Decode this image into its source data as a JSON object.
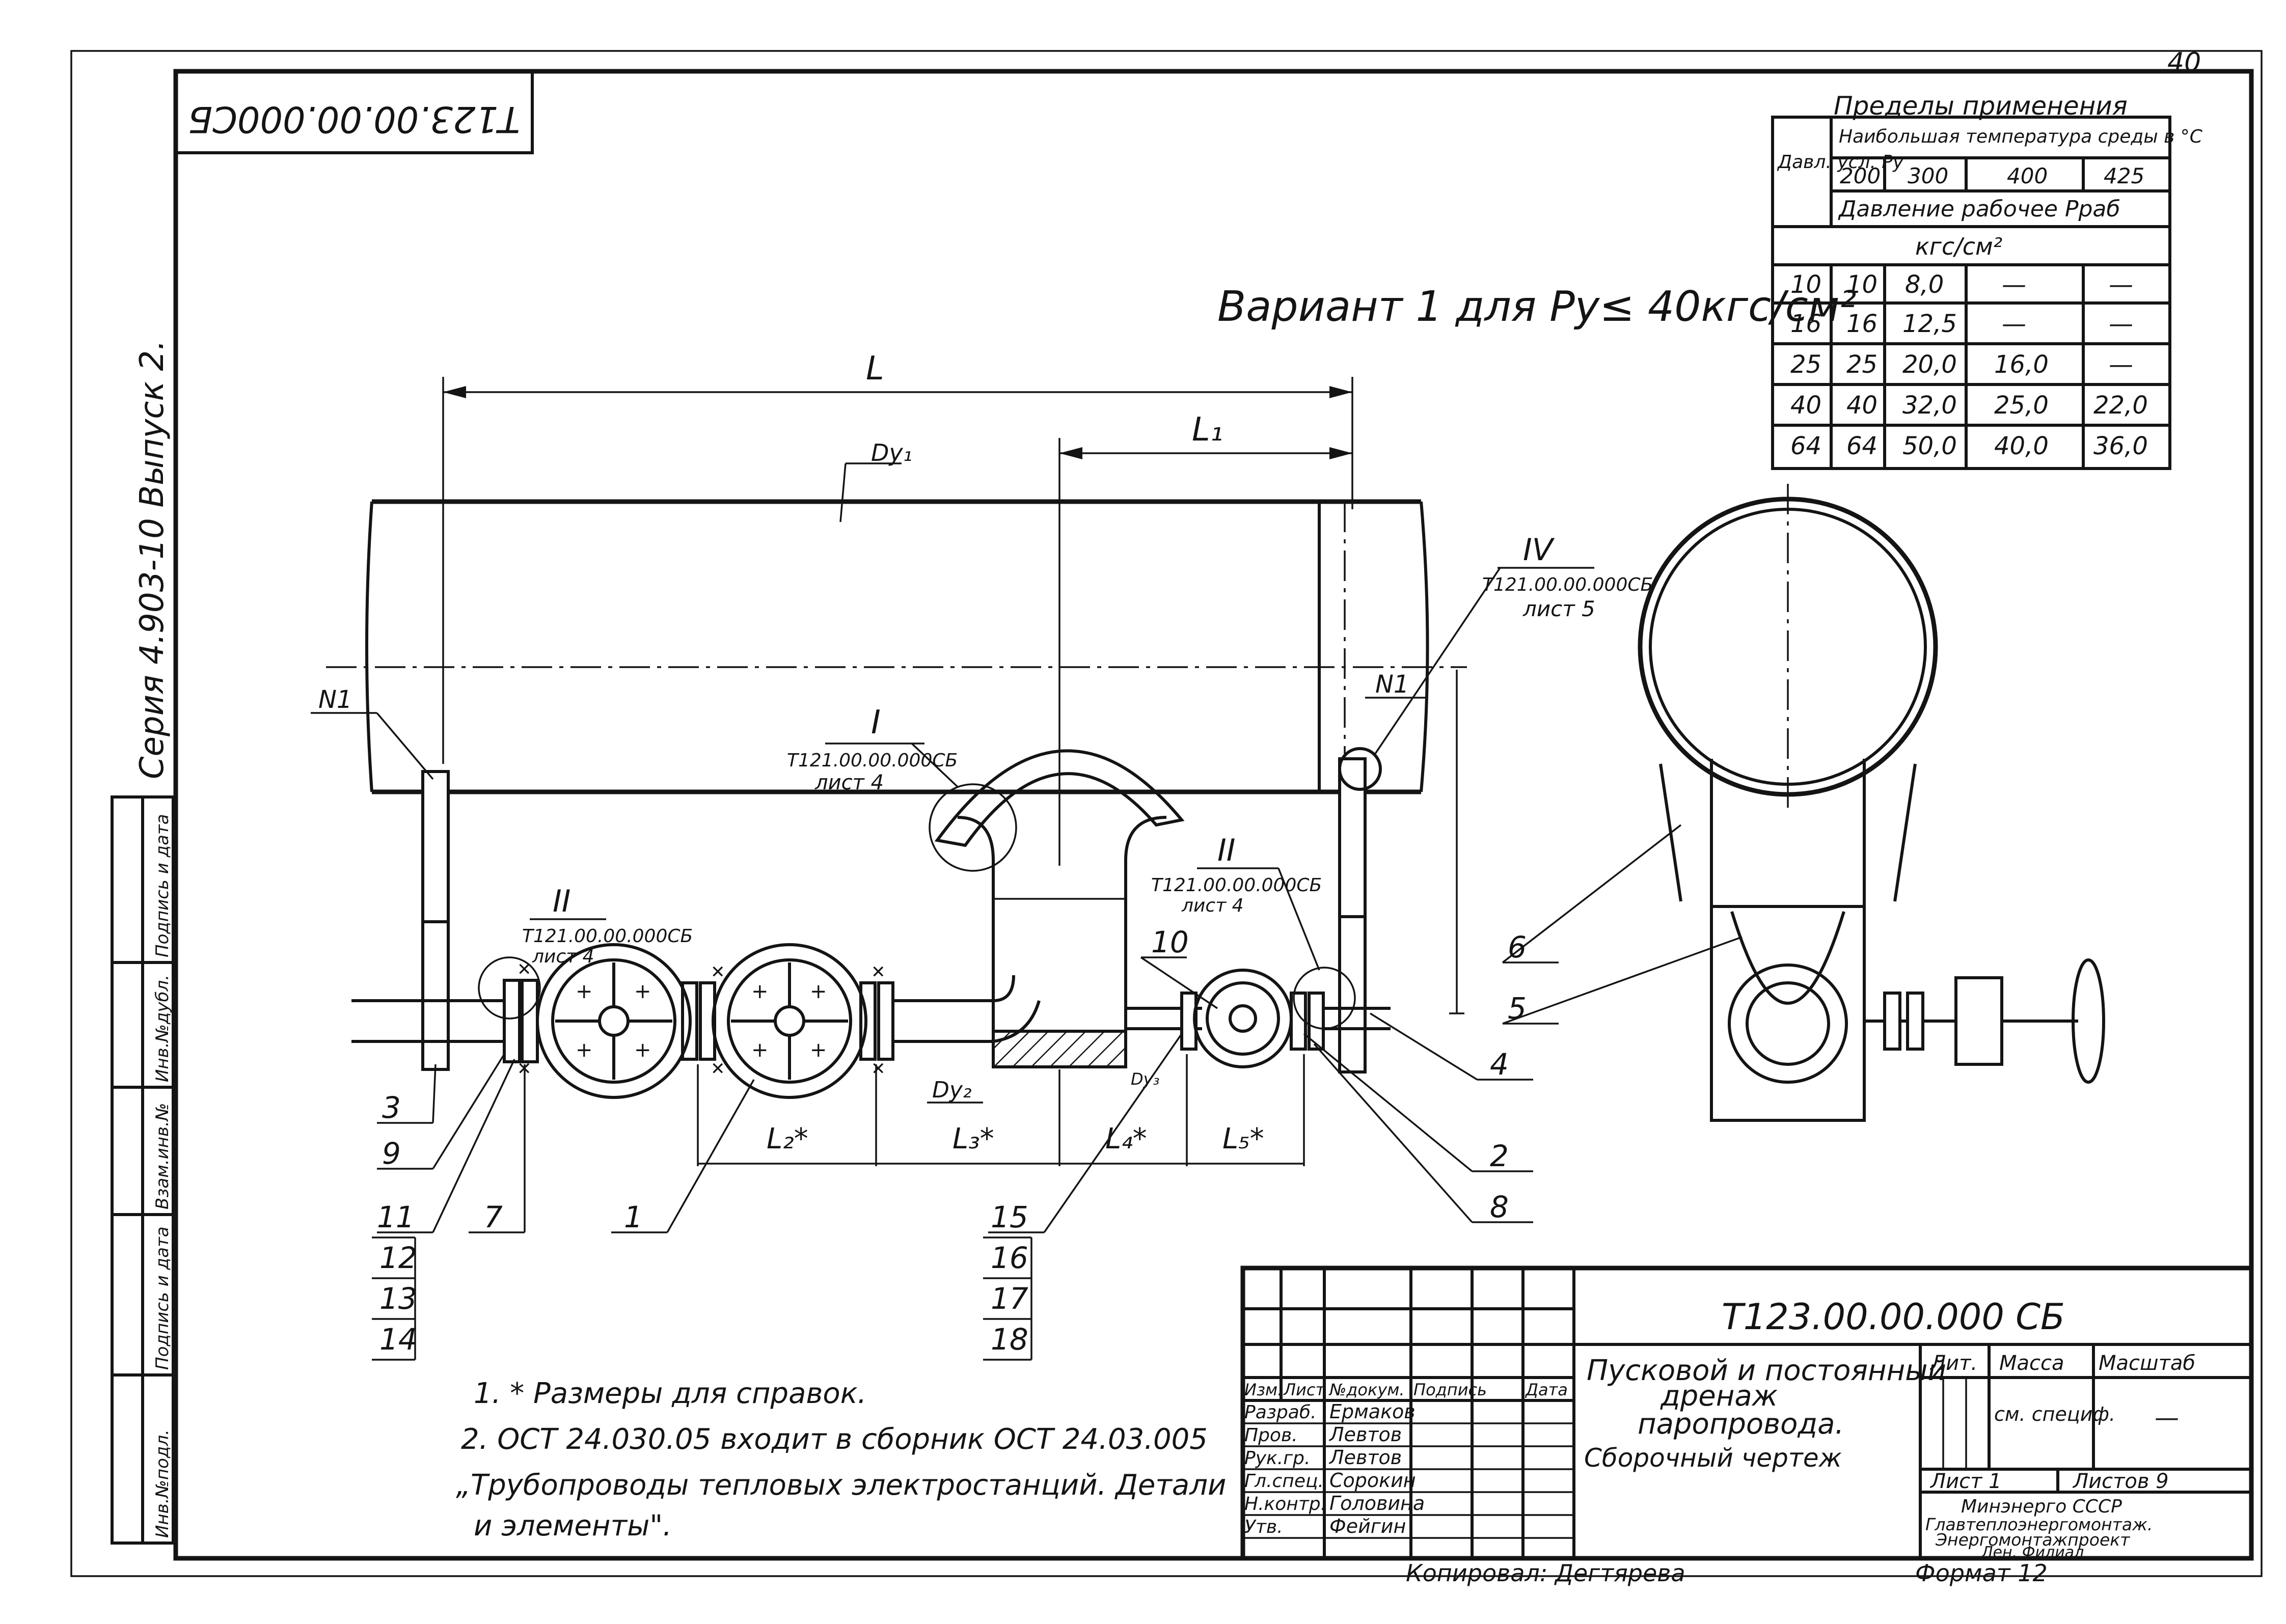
{
  "page_number": "40",
  "stamp_code_rotated": "Т123.00.00.000СБ",
  "series_label": "Серия 4.903-10 Выпуск 2.",
  "variant_title": "Вариант 1  для Pу≤ 40кгс/см²",
  "limits_table": {
    "title": "Пределы применения",
    "head_left": "Давл. усл. Py",
    "head_temp": "Наибольшая температура среды в °С",
    "temps": [
      "200",
      "300",
      "400",
      "425"
    ],
    "pressure_caption": "Давление рабочее Рраб",
    "unit": "кгс/см²",
    "rows": [
      [
        "10",
        "10",
        "8,0",
        "—",
        "—"
      ],
      [
        "16",
        "16",
        "12,5",
        "—",
        "—"
      ],
      [
        "25",
        "25",
        "20,0",
        "16,0",
        "—"
      ],
      [
        "40",
        "40",
        "32,0",
        "25,0",
        "22,0"
      ],
      [
        "64",
        "64",
        "50,0",
        "40,0",
        "36,0"
      ]
    ]
  },
  "dims": {
    "L": "L",
    "L1": "L₁",
    "L2": "L₂*",
    "L3": "L₃*",
    "L4": "L₄*",
    "L5": "L₅*",
    "Dy1": "Dу₁",
    "Dy2": "Dу₂",
    "Dy3": "Dу₃"
  },
  "callouts": {
    "N1_left": "N1",
    "N1_right": "N1",
    "view_I": "I",
    "view_I_ref": "Т121.00.00.000СБ",
    "view_I_sheet": "лист 4",
    "view_II_left": "II",
    "view_II_left_ref": "Т121.00.00.000СБ",
    "view_II_left_sheet": "лист 4",
    "view_II_right": "II",
    "view_II_right_ref": "Т121.00.00.000СБ",
    "view_II_right_sheet": "лист 4",
    "view_IV": "IV",
    "view_IV_ref": "Т121.00.00.000СБ",
    "view_IV_sheet": "лист 5"
  },
  "positions": [
    "1",
    "2",
    "3",
    "4",
    "5",
    "6",
    "7",
    "8",
    "9",
    "10",
    "11",
    "12",
    "13",
    "14",
    "15",
    "16",
    "17",
    "18"
  ],
  "notes": [
    "1. * Размеры для справок.",
    "2. ОСТ 24.030.05 входит в сборник ОСТ 24.03.005",
    "„Трубопроводы тепловых электростанций. Детали",
    "и элементы\"."
  ],
  "side_stamp": {
    "cells": [
      "Инв.№подл.",
      "Подпись и дата",
      "Взам.инв.№",
      "Инв.№дубл.",
      "Подпись и дата"
    ]
  },
  "title_block": {
    "doc_code": "Т123.00.00.000 СБ",
    "title": [
      "Пусковой и постоянный",
      "дренаж",
      "паропровода."
    ],
    "doc_kind": "Сборочный чертеж",
    "col_heads": [
      "Изм.",
      "Лист",
      "№докум.",
      "Подпись",
      "Дата"
    ],
    "roles": [
      {
        "role": "Разраб.",
        "name": "Ермаков"
      },
      {
        "role": "Пров.",
        "name": "Левтов"
      },
      {
        "role": "Рук.гр.",
        "name": "Левтов"
      },
      {
        "role": "Гл.спец.",
        "name": "Сорокин"
      },
      {
        "role": "Н.контр.",
        "name": "Головина"
      },
      {
        "role": "Утв.",
        "name": "Фейгин"
      }
    ],
    "lit_head": "Лит.",
    "mass_head": "Масса",
    "scale_head": "Масштаб",
    "mass_value": "см. специф.",
    "scale_value": "—",
    "sheet_label": "Лист 1",
    "sheets_label": "Листов 9",
    "org": [
      "Минэнерго СССР",
      "Главтеплоэнергомонтаж.",
      "Энергомонтажпроект",
      "Лен. Филиал"
    ],
    "copied_by": "Копировал: Дегтярева",
    "format": "Формат 12"
  }
}
